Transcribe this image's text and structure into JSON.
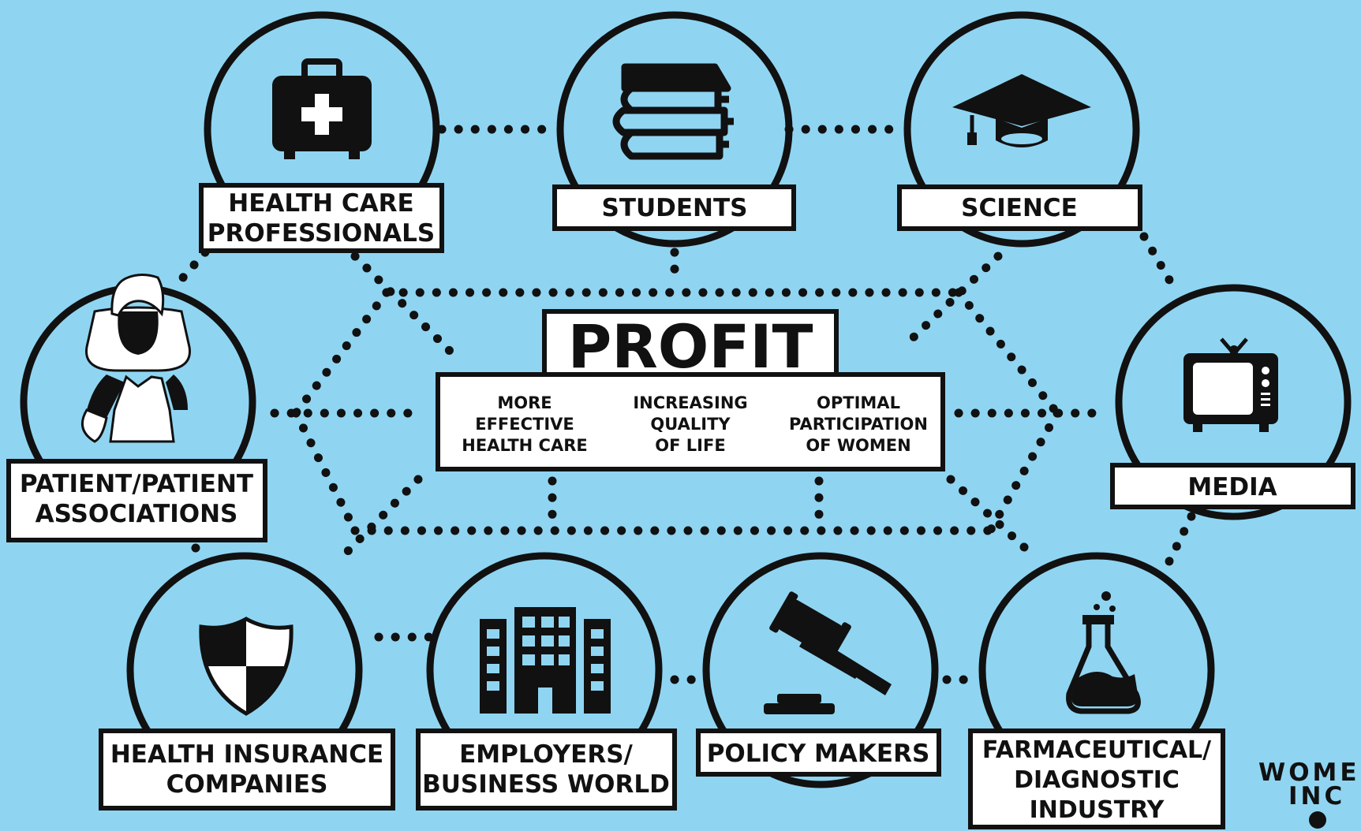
{
  "center": {
    "title": "PROFIT",
    "goals": [
      [
        "MORE",
        "EFFECTIVE",
        "HEALTH CARE"
      ],
      [
        "INCREASING",
        "QUALITY",
        "OF LIFE"
      ],
      [
        "OPTIMAL",
        "PARTICIPATION",
        "OF WOMEN"
      ]
    ]
  },
  "stakeholders": [
    {
      "key": "health-care-professionals",
      "icon": "first-aid-kit-icon",
      "label": [
        "HEALTH CARE",
        "PROFESSIONALS"
      ]
    },
    {
      "key": "students",
      "icon": "books-icon",
      "label": [
        "STUDENTS"
      ]
    },
    {
      "key": "science",
      "icon": "graduation-cap-icon",
      "label": [
        "SCIENCE"
      ]
    },
    {
      "key": "patient-associations",
      "icon": "patient-icon",
      "label": [
        "PATIENT/PATIENT",
        "ASSOCIATIONS"
      ]
    },
    {
      "key": "media",
      "icon": "television-icon",
      "label": [
        "MEDIA"
      ]
    },
    {
      "key": "health-insurance-companies",
      "icon": "shield-icon",
      "label": [
        "HEALTH INSURANCE",
        "COMPANIES"
      ]
    },
    {
      "key": "employers",
      "icon": "office-building-icon",
      "label": [
        "EMPLOYERS/",
        "BUSINESS WORLD"
      ]
    },
    {
      "key": "policy-makers",
      "icon": "gavel-icon",
      "label": [
        "POLICY MAKERS"
      ]
    },
    {
      "key": "farmaceutical",
      "icon": "flask-icon",
      "label": [
        "FARMACEUTICAL/",
        "DIAGNOSTIC",
        "INDUSTRY"
      ]
    }
  ],
  "logo": {
    "line1": "WOMEN",
    "line2": "INC"
  }
}
